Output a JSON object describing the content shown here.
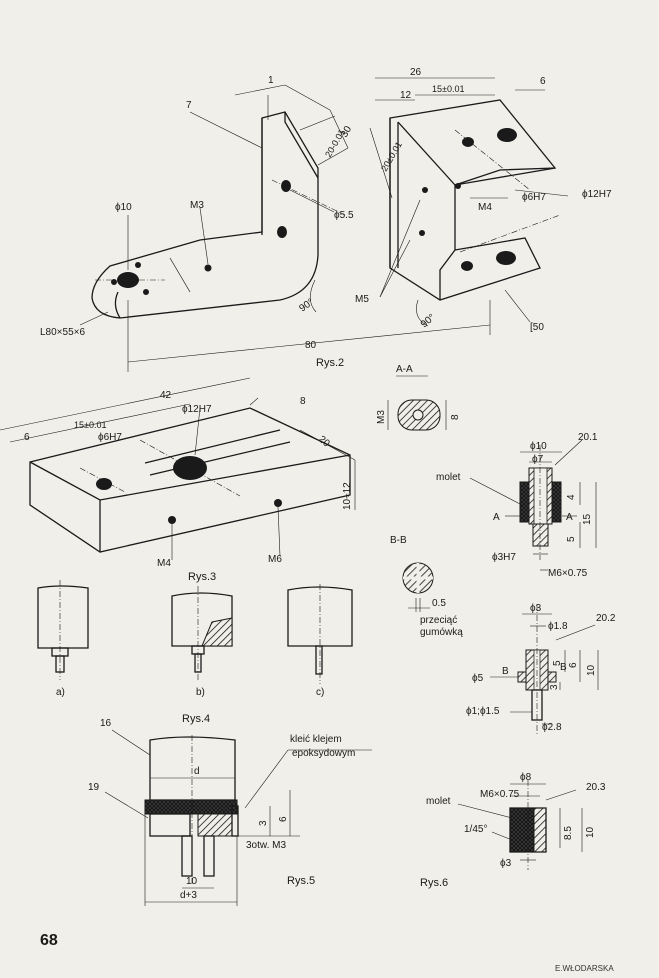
{
  "page_number": "68",
  "publisher": "E.WŁODARSKA",
  "captions": {
    "rys2": "Rys.2",
    "rys3": "Rys.3",
    "rys4": "Rys.4",
    "rys5": "Rys.5",
    "rys6": "Rys.6"
  },
  "rys2": {
    "part7": "7",
    "part6": "6",
    "d1": "1",
    "d30": "30",
    "d20_001": "20-0.01",
    "d26": "26",
    "d12": "12",
    "d15_001": "15±0.01",
    "d20_001_b": "20±0.01",
    "phi10": "ϕ10",
    "m3": "M3",
    "phi55": "ϕ5.5",
    "m4": "M4",
    "phi6h7": "ϕ6H7",
    "phi12h7": "ϕ12H7",
    "m5": "M5",
    "angle90a": "90°",
    "angle90b": "90°",
    "profile": "L80×55×6",
    "d80": "80",
    "channel": "[50"
  },
  "rys3": {
    "d42": "42",
    "part8": "8",
    "d6": "6",
    "d15_001": "15±0.01",
    "phi12h7": "ϕ12H7",
    "phi6h7": "ϕ6H7",
    "d20": "20",
    "d10_12": "10÷12",
    "m4": "M4",
    "m6": "M6"
  },
  "rys4": {
    "a": "a)",
    "b": "b)",
    "c": "c)"
  },
  "section_aa": {
    "title": "A-A",
    "m3": "M3",
    "d8": "8"
  },
  "section_bb": {
    "title": "B-B",
    "d05": "0.5",
    "note1": "przeciąć",
    "note2": "gumówką"
  },
  "part20_1": {
    "id": "20.1",
    "phi10": "ϕ10",
    "phi7": "ϕ7",
    "molet": "molet",
    "a_left": "A",
    "a_right": "A",
    "d4": "4",
    "d15": "15",
    "d5": "5",
    "phi3h7": "ϕ3H7",
    "m6": "M6×0.75"
  },
  "part20_2": {
    "id": "20.2",
    "phi3": "ϕ3",
    "phi18": "ϕ1.8",
    "d5": "5",
    "d6": "6",
    "d10": "10",
    "d3": "3",
    "phi5": "ϕ5",
    "b_left": "B",
    "b_right": "B",
    "phi1": "ϕ1;ϕ1.5",
    "phi28": "ϕ2.8"
  },
  "part20_3": {
    "id": "20.3",
    "phi8": "ϕ8",
    "m6": "M6×0.75",
    "molet": "molet",
    "chamfer": "1/45°",
    "d85": "8.5",
    "d10": "10",
    "phi3": "ϕ3"
  },
  "rys5": {
    "part16": "16",
    "part19": "19",
    "note1": "kleić klejem",
    "note2": "epoksydowym",
    "d": "d",
    "d3": "3",
    "d6": "6",
    "holes": "3otw. M3",
    "d10": "10",
    "dplus3": "d+3"
  }
}
